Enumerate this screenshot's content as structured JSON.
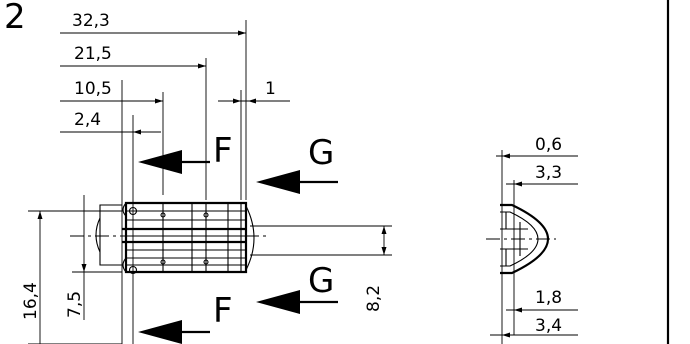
{
  "sheet": {
    "index": "2"
  },
  "top_dimensions": [
    "32,3",
    "21,5",
    "10,5",
    "2,4",
    "1"
  ],
  "section_letters": {
    "f_top": "F",
    "g_top": "G",
    "g_bottom": "G",
    "f_bottom": "F"
  },
  "side_dimensions": [
    "16,4",
    "7,5",
    "8,2"
  ],
  "right_view_dimensions": [
    "0,6",
    "3,3",
    "1,8",
    "3,4"
  ]
}
